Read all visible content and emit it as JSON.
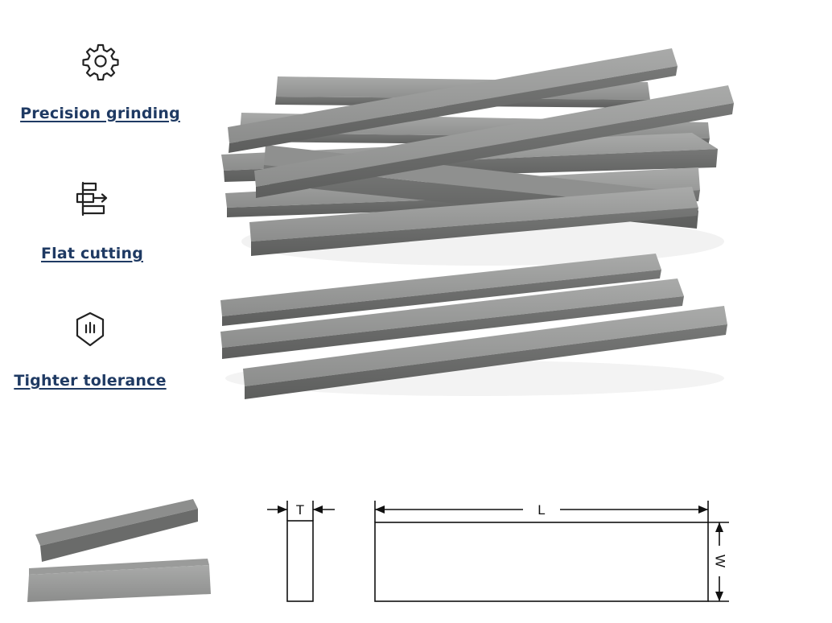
{
  "features": [
    {
      "icon": "gear-icon",
      "label": "Precision grinding"
    },
    {
      "icon": "flat-cutting-icon",
      "label": "Flat cutting"
    },
    {
      "icon": "shield-icon",
      "label": "Tighter tolerance"
    }
  ],
  "dimensions": {
    "thickness": "T",
    "length": "L",
    "width": "W"
  },
  "colors": {
    "label": "#1f3a63",
    "bar": "#8a8b8a",
    "bar_dark": "#5f6060"
  }
}
